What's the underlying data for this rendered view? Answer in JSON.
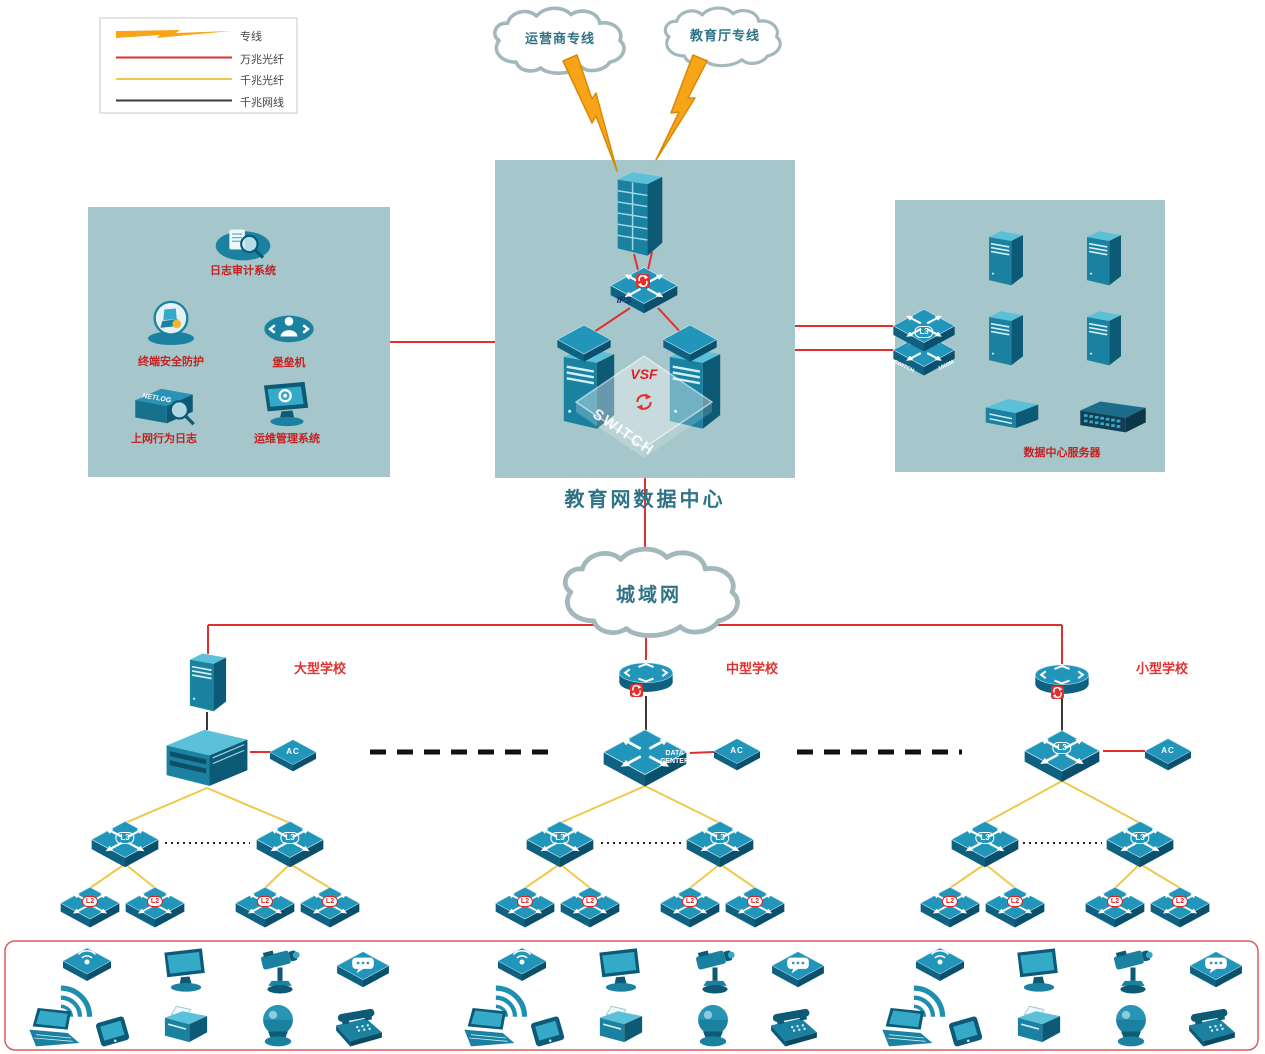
{
  "legend": {
    "items": [
      {
        "label": "专线"
      },
      {
        "label": "万兆光纤"
      },
      {
        "label": "千兆光纤"
      },
      {
        "label": "千兆网线"
      }
    ]
  },
  "clouds": {
    "carrier": "运营商专线",
    "education": "教育厅专线",
    "man": "城域网"
  },
  "data_center": {
    "title": "教育网数据中心",
    "vsf_label": "VSF",
    "ips_label": "IPS",
    "ghost_switch_label": "SWITCH"
  },
  "security_zone": {
    "items": [
      {
        "label": "日志审计系统"
      },
      {
        "label": "终端安全防护"
      },
      {
        "label": "堡垒机"
      },
      {
        "label": "上网行为日志",
        "icon_text": "NETLOG"
      },
      {
        "label": "运维管理系统"
      }
    ]
  },
  "server_zone": {
    "label": "数据中心服务器"
  },
  "schools": [
    {
      "name": "大型学校"
    },
    {
      "name": "中型学校"
    },
    {
      "name": "小型学校"
    }
  ],
  "labels": {
    "l3": "L3",
    "l2": "L2",
    "ac": "AC",
    "switch": "SWITCH",
    "m1000": "1000M",
    "data_center_line1": "DATA",
    "data_center_line2": "CENTER"
  },
  "colors": {
    "zone_bg": "#a5c6ca",
    "fiber_10g": "#e03030",
    "fiber_1g": "#efc94c",
    "cable_1g": "#333333",
    "device_teal": "#2196ba",
    "device_teal_dark": "#0c5a76",
    "label_red": "#cc2222",
    "cloud_text": "#2e7386",
    "lightning": "#f7a418"
  }
}
